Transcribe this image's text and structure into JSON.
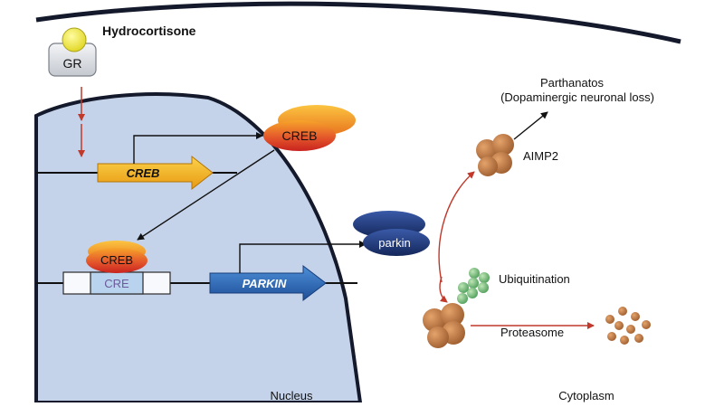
{
  "labels": {
    "hydrocortisone": "Hydrocortisone",
    "gr": "GR",
    "creb_protein": "CREB",
    "creb_gene": "CREB",
    "creb_bound": "CREB",
    "cre": "CRE",
    "parkin_gene": "PARKIN",
    "parkin_protein": "parkin",
    "parthanatos_line1": "Parthanatos",
    "parthanatos_line2": "(Dopaminergic neuronal loss)",
    "aimp2": "AIMP2",
    "ubiquitination": "Ubiquitination",
    "proteasome": "Proteasome",
    "nucleus": "Nucleus",
    "cytoplasm": "Cytoplasm"
  },
  "colors": {
    "nucleus_fill": "#c5d3ea",
    "membrane": "#141a2c",
    "creb_red": "#d9332a",
    "creb_orange": "#f59a1f",
    "creb_gene_fill": "#f6b81c",
    "parkin_gene_fill": "#2f6fc0",
    "parkin_protein": "#1f3570",
    "aimp2": "#b5703a",
    "ubiquitin": "#6cbf74",
    "gr_yellow": "#f2ec3f",
    "red_arrow": "#c0392b"
  }
}
